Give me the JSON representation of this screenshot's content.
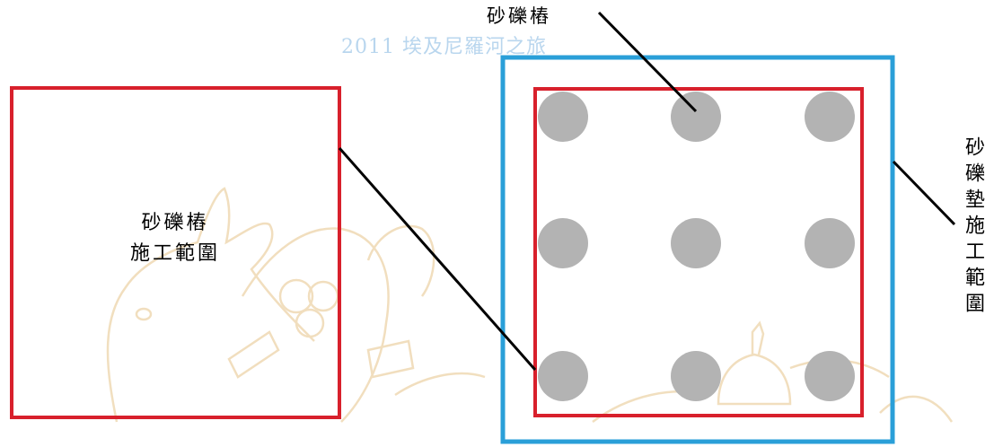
{
  "watermark": {
    "text": "2011 埃及尼羅河之旅"
  },
  "labels": {
    "sand_pile": "砂礫樁",
    "left_box_line1": "砂礫樁",
    "left_box_line2": "施工範圍",
    "gravel_pad_range": "砂礫墊施工範圍"
  },
  "colors": {
    "red_frame": "#d8202c",
    "blue_frame": "#2a9fd8",
    "pile": "#b3b3b3",
    "leader": "#000000",
    "watermark_text": "#b9d6ee",
    "watermark_drawing": "#e6c48a"
  },
  "pile_grid": {
    "rows": 3,
    "columns": 3
  }
}
